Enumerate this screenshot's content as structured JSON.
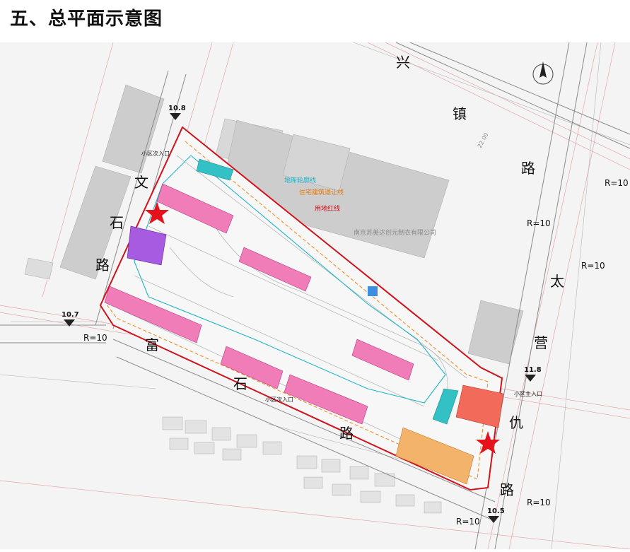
{
  "title": "五、总平面示意图",
  "colors": {
    "red_line": "#d0121b",
    "residential": "#f07cb8",
    "commercial": "#a75be0",
    "orange_block": "#f3b36b",
    "coral_block": "#f26b5a",
    "teal": "#34c1c6",
    "building_gray": "#cfcfcf",
    "background": "#f2f2f2"
  },
  "roads": {
    "north": [
      "兴",
      "镇",
      "路"
    ],
    "west": [
      "文",
      "石",
      "路"
    ],
    "south": [
      "富",
      "石",
      "路"
    ],
    "east_upper": [
      "太",
      "营"
    ],
    "east_lower": [
      "仇",
      "路"
    ]
  },
  "radius_labels": [
    "R=10",
    "R=10",
    "R=10",
    "R=10",
    "R=10",
    "R=10"
  ],
  "elevations": {
    "nw": "10.8",
    "w": "10.7",
    "e": "11.8",
    "se": "10.5"
  },
  "legend": {
    "underground": "地库轮廓线",
    "setback": "住宅建筑退让线",
    "redline": "用地红线"
  },
  "neighbor_label": "南京苏美达创元制衣有限公司",
  "entrances": {
    "nw": "小区次入口",
    "s": "小区次入口",
    "e": "小区主入口"
  },
  "road_width": "22.00",
  "icons": [
    "north-arrow-icon",
    "star-icon"
  ]
}
